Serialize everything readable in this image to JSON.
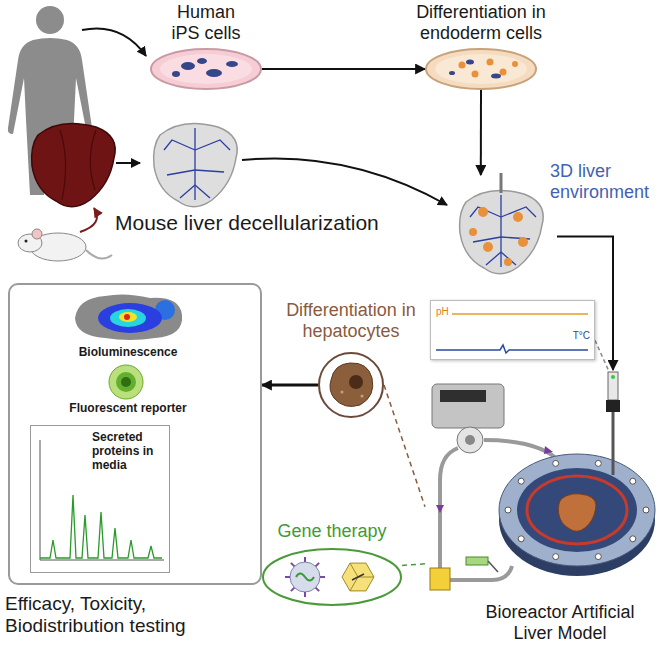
{
  "diagram": {
    "nodes": [
      {
        "text": [
          "Human iPS cells"
        ]
      },
      {
        "text": [
          "Differentiation in endoderm cells"
        ]
      },
      {
        "text": [
          "3D liver environment"
        ]
      },
      {
        "text": [
          "pH",
          "T°C"
        ]
      },
      {
        "text": [
          "Differentiation in hepatocytes"
        ]
      },
      {
        "text": [
          "Bioluminescence",
          "Fluorescent reporter",
          "Efficacy, Toxicity, Biodistribution testing"
        ]
      },
      {
        "text": [
          "Secreted proteins in media"
        ],
        "in": 5
      },
      {
        "text": [
          "Gene therapy"
        ]
      },
      {
        "text": [
          "Bioreactor Artificial Liver Model"
        ]
      }
    ],
    "edges": [
      {
        "from": 0,
        "to": 1,
        "arrow": "to"
      },
      {
        "from": 1,
        "to": 2,
        "arrow": "to"
      },
      {
        "from": 2,
        "to": 8,
        "arrow": "to"
      },
      {
        "from": 3,
        "to": 8,
        "arrow": "none"
      },
      {
        "from": 4,
        "to": 5,
        "arrow": "to"
      },
      {
        "from": 4,
        "to": 8,
        "arrow": "none"
      },
      {
        "from": 7,
        "to": 8,
        "arrow": "none"
      }
    ],
    "labels": [
      "Mouse liver decellularization"
    ]
  }
}
